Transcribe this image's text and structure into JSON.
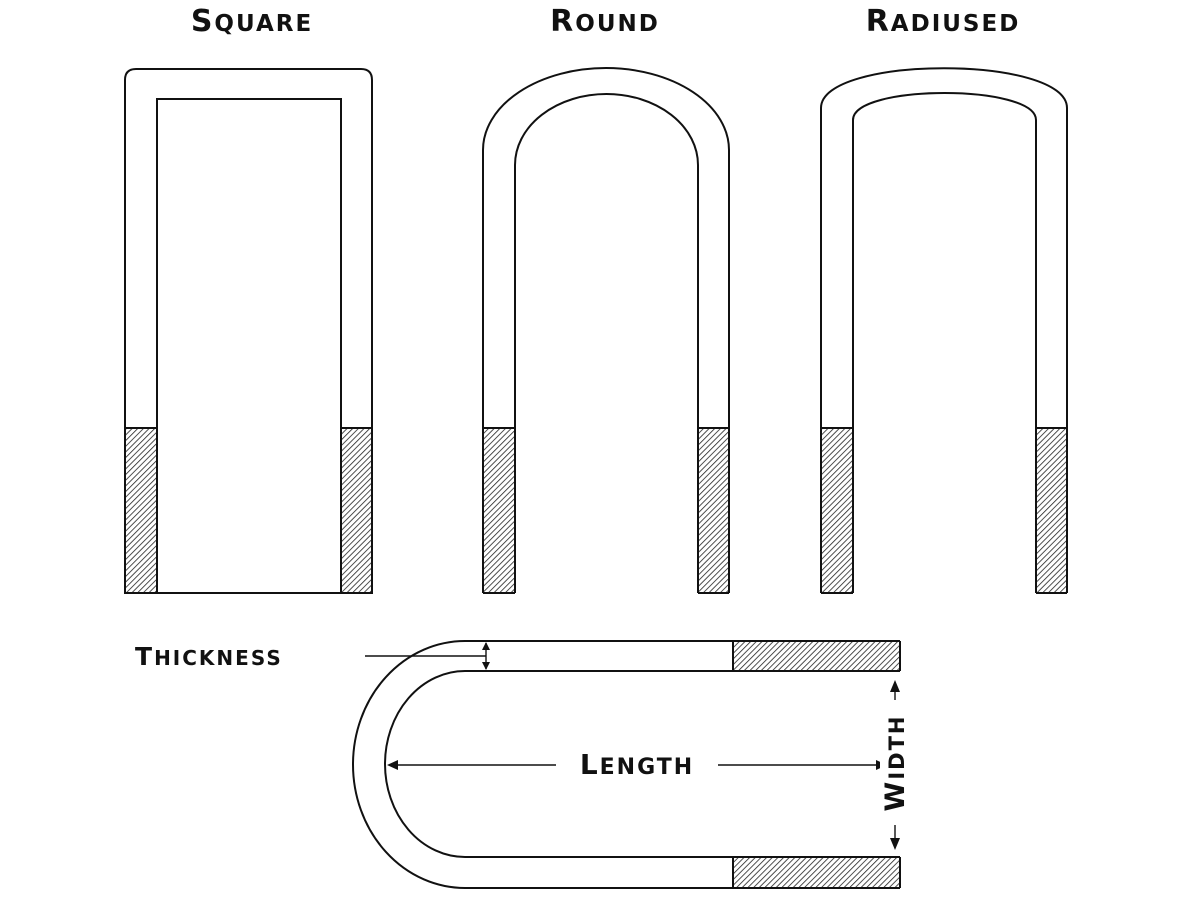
{
  "labels": {
    "square": "Square",
    "round": "Round",
    "radiused": "Radiused",
    "thickness": "Thickness",
    "length": "Length",
    "width": "Width"
  },
  "colors": {
    "line": "#111111",
    "background": "#ffffff"
  }
}
